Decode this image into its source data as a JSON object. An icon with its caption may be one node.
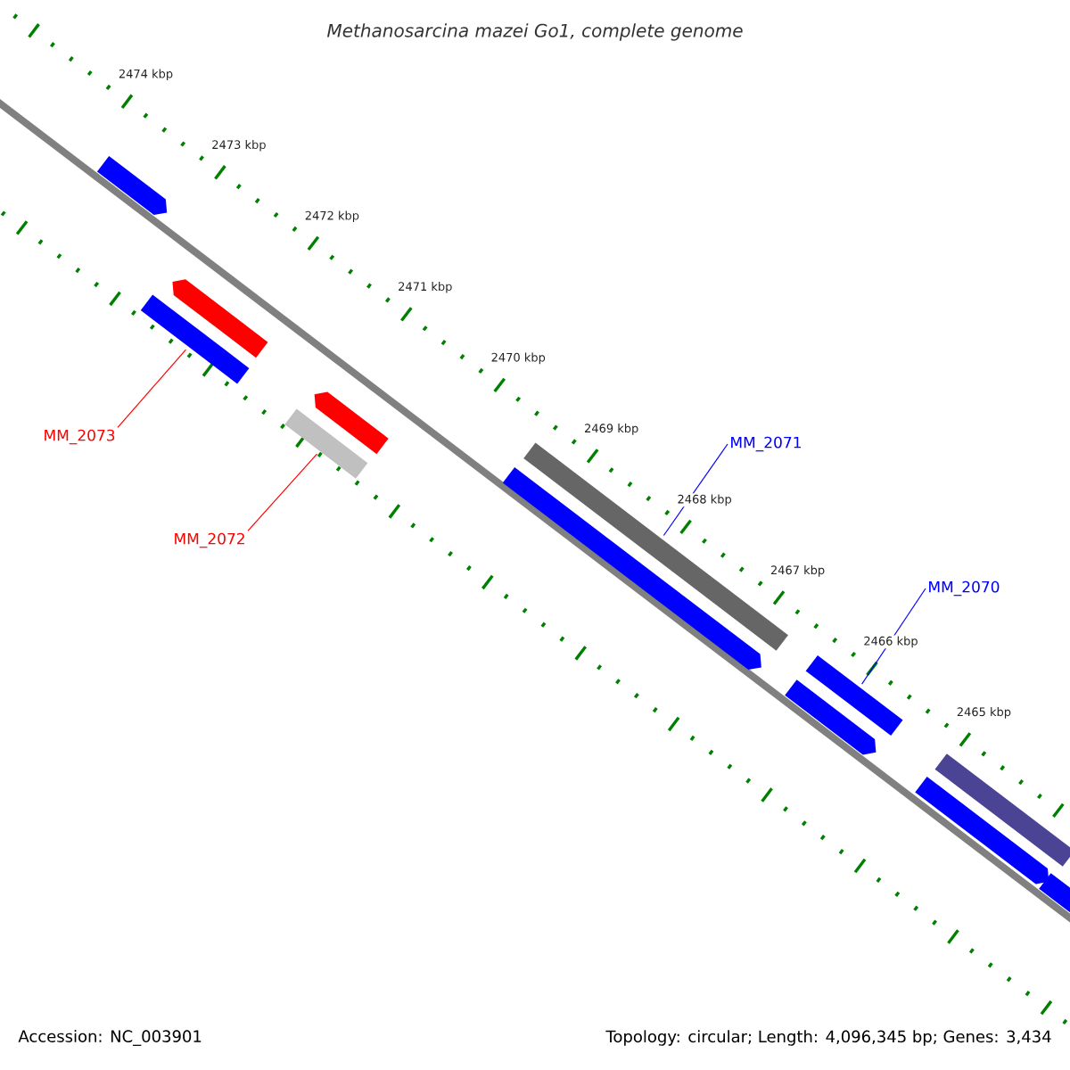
{
  "diagram": {
    "title": "Methanosarcina mazei Go1, complete genome",
    "nodes": [
      {
        "text": [
          "MM_2073"
        ]
      },
      {
        "text": [],
        "shape": "bar"
      },
      {
        "text": [
          "MM_2072"
        ]
      },
      {
        "text": [],
        "shape": "bar"
      },
      {
        "text": [
          "MM_2071"
        ]
      },
      {
        "text": [],
        "shape": "bar"
      },
      {
        "text": [
          "MM_2070"
        ]
      },
      {
        "text": [],
        "shape": "bar"
      },
      {
        "text": [],
        "shape": "arrow"
      },
      {
        "text": [],
        "shape": "arrow"
      },
      {
        "text": [],
        "shape": "arrow"
      },
      {
        "text": [],
        "shape": "arrow"
      },
      {
        "text": [],
        "shape": "arrow"
      },
      {
        "text": [],
        "shape": "bar"
      },
      {
        "text": [],
        "shape": "arrow"
      },
      {
        "text": [],
        "shape": "arrow"
      }
    ],
    "edges": [
      {
        "from": 0,
        "to": 1,
        "arrow": "none",
        "color": "#ff0000"
      },
      {
        "from": 2,
        "to": 3,
        "arrow": "none",
        "color": "#ff0000"
      },
      {
        "from": 4,
        "to": 5,
        "arrow": "none",
        "color": "#0000ff"
      },
      {
        "from": 6,
        "to": 7,
        "arrow": "none",
        "color": "#0000ff"
      }
    ],
    "labels": [
      "2474 kbp",
      "2473 kbp",
      "2472 kbp",
      "2471 kbp",
      "2470 kbp",
      "2469 kbp",
      "2468 kbp",
      "2467 kbp",
      "2466 kbp",
      "2465 kbp",
      "Accession: NC_003901",
      "Topology: circular; Length: 4,096,345 bp; Genes: 3,434"
    ]
  }
}
